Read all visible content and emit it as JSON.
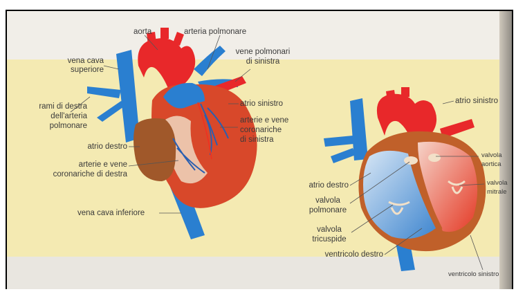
{
  "left_heart": {
    "labels": {
      "aorta": "aorta",
      "arteria_polmonare": "arteria polmonare",
      "vena_cava_superiore_1": "vena cava",
      "vena_cava_superiore_2": "superiore",
      "vene_polmonari_sinistra_1": "vene polmonari",
      "vene_polmonari_sinistra_2": "di sinistra",
      "rami_1": "rami di destra",
      "rami_2": "dell'arteria",
      "rami_3": "polmonare",
      "atrio_sinistro": "atrio sinistro",
      "arterie_vene_sx_1": "arterie e vene",
      "arterie_vene_sx_2": "coronariche",
      "arterie_vene_sx_3": "di sinistra",
      "atrio_destro": "atrio destro",
      "arterie_vene_dx_1": "arterie e vene",
      "arterie_vene_dx_2": "coronariche di destra",
      "vena_cava_inferiore": "vena cava inferiore"
    }
  },
  "right_heart": {
    "labels": {
      "atrio_sinistro": "atrio sinistro",
      "valvola_aortica_1": "valvola",
      "valvola_aortica_2": "aortica",
      "valvola_mitrale_1": "valvola",
      "valvola_mitrale_2": "mitrale",
      "atrio_destro": "atrio destro",
      "valvola_polmonare_1": "valvola",
      "valvola_polmonare_2": "polmonare",
      "valvola_tricuspide_1": "valvola",
      "valvola_tricuspide_2": "tricuspide",
      "ventricolo_destro": "ventricolo destro",
      "ventricolo_sinistro": "ventricolo sinistro"
    }
  },
  "colors": {
    "vein_blue": "#2a7fd0",
    "artery_red": "#e8282a",
    "heart_red": "#d8482a",
    "atrium_brown": "#a0582a",
    "leader_line": "#555555"
  }
}
